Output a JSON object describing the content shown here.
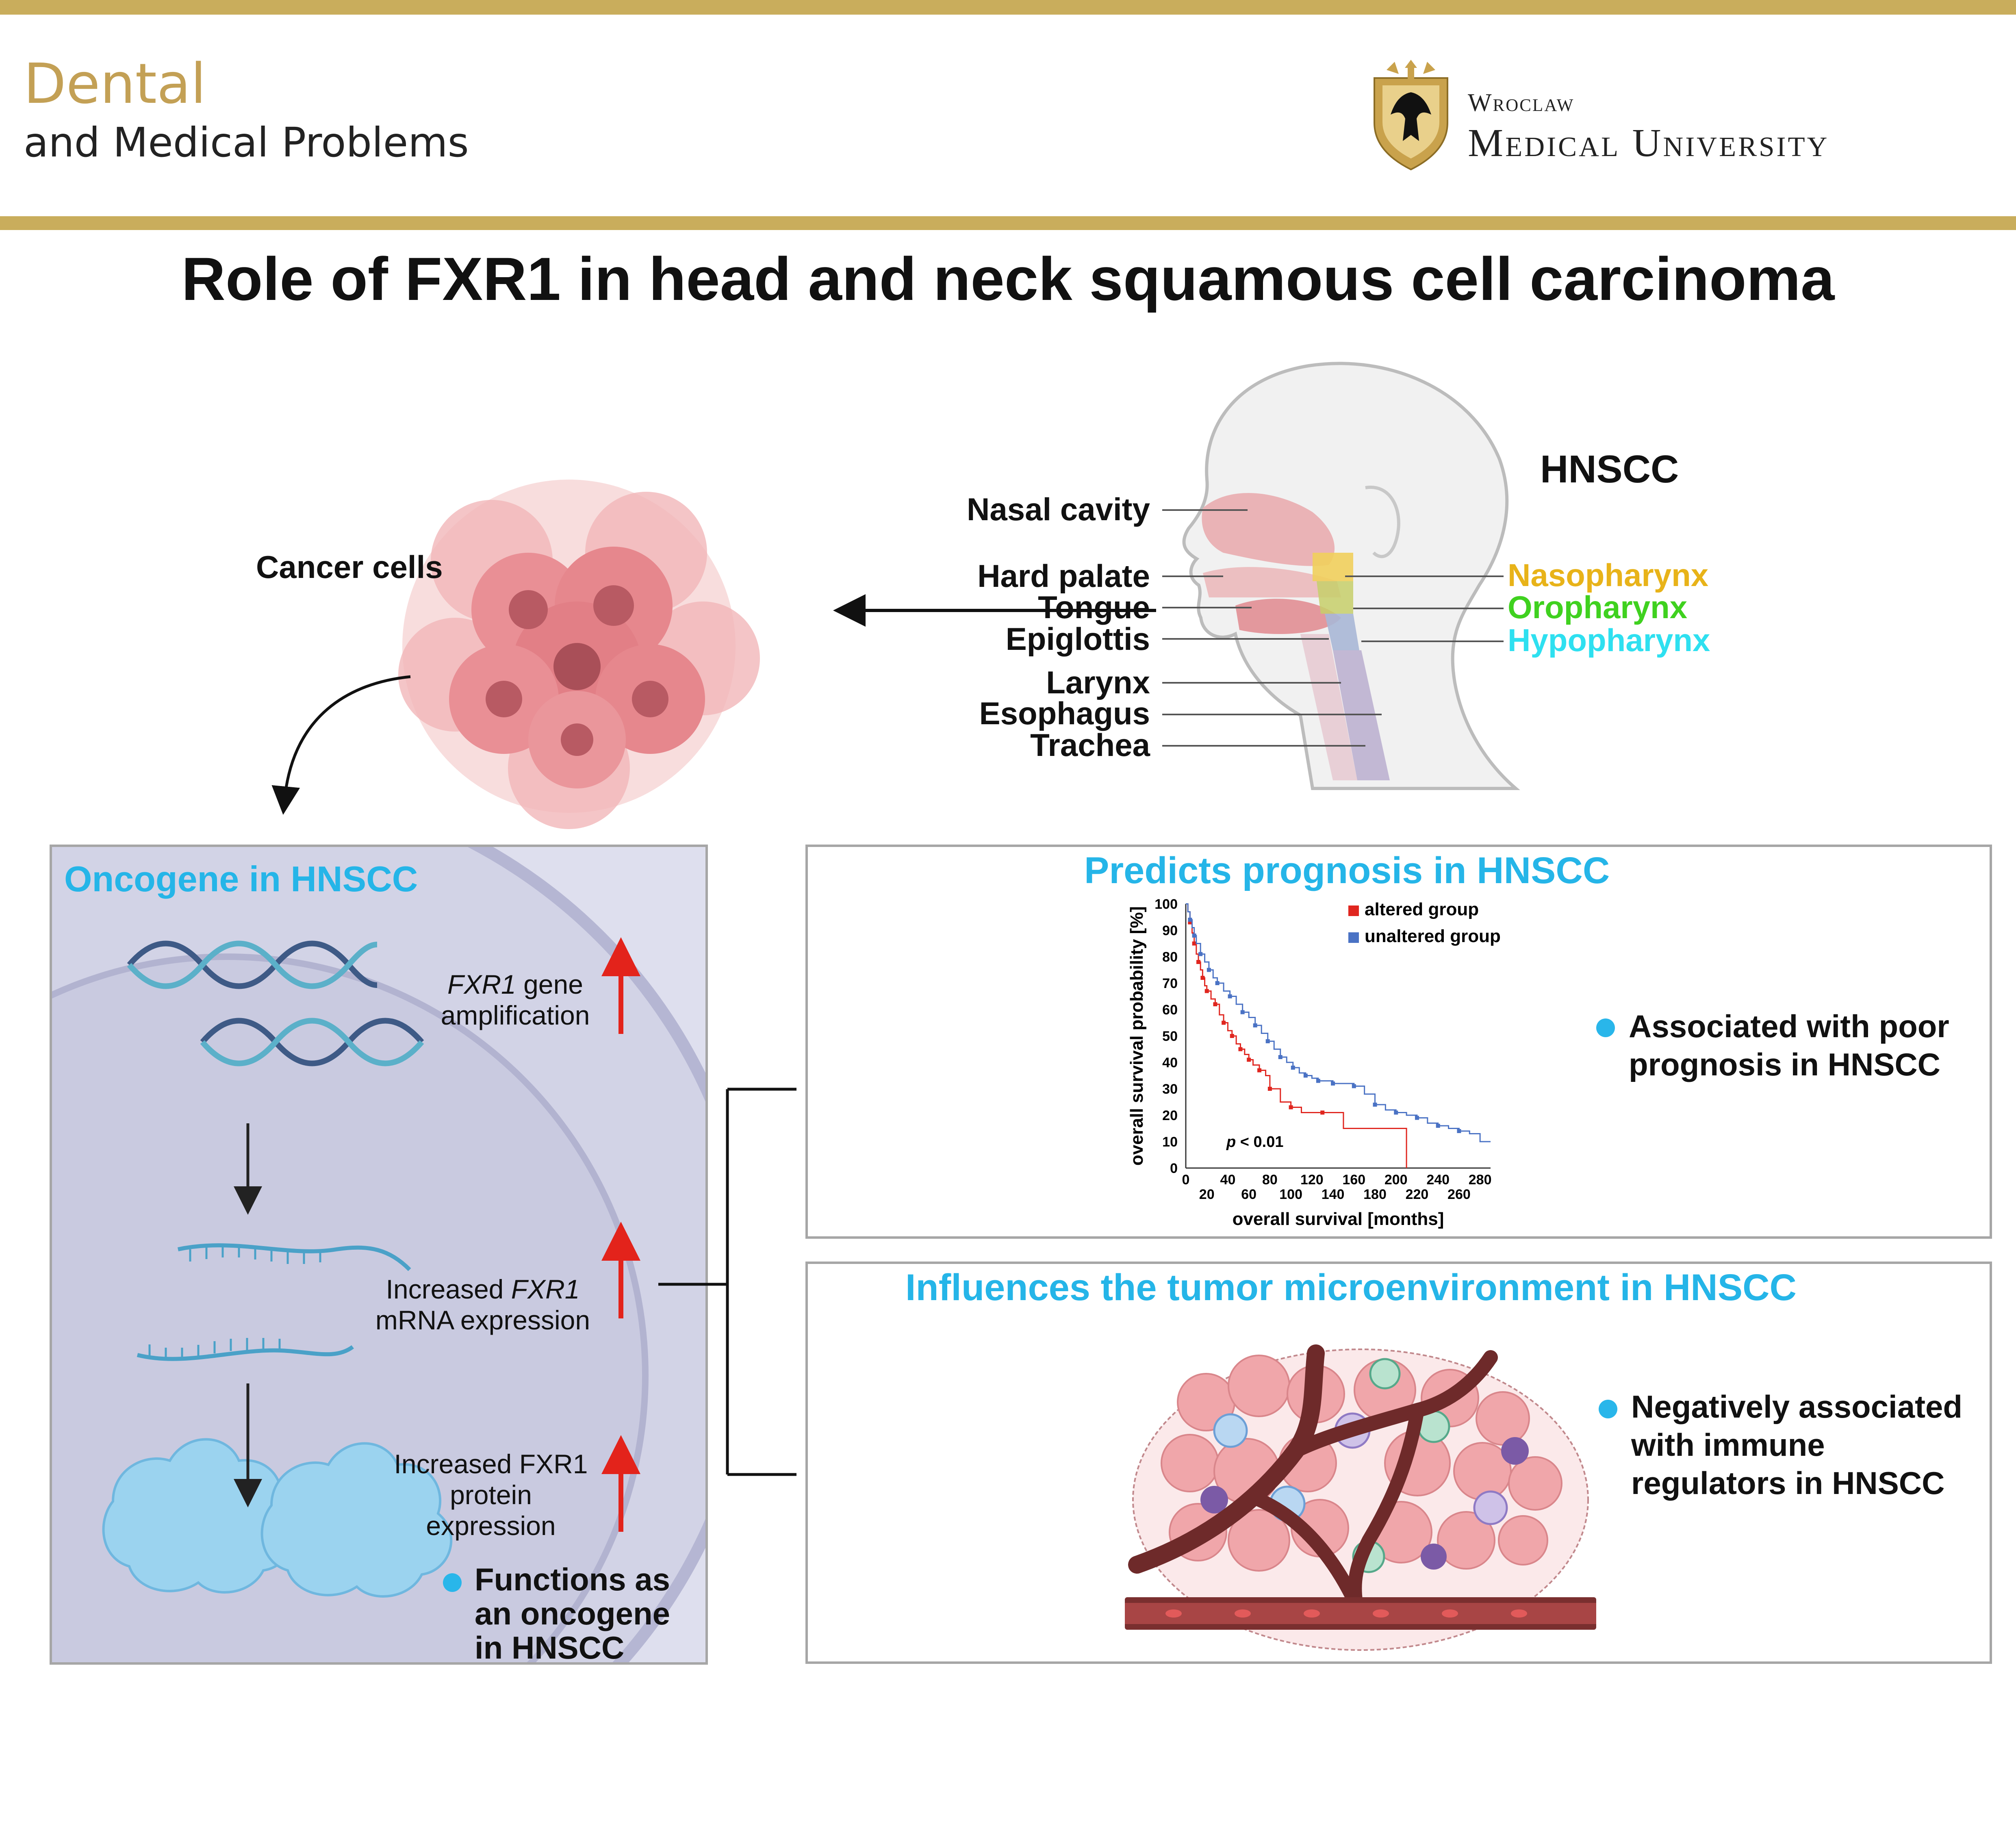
{
  "header": {
    "journal_line1": "Dental",
    "journal_line2": "and Medical Problems",
    "university_top": "Wroclaw",
    "university_bottom": "Medical University"
  },
  "title": "Role of FXR1 in head and neck squamous cell carcinoma",
  "illustration": {
    "cancer_cells_label": "Cancer cells",
    "hnscc_label": "HNSCC",
    "anatomy_labels": [
      "Nasal cavity",
      "Hard palate",
      "Tongue",
      "Epiglottis",
      "Larynx",
      "Esophagus",
      "Trachea"
    ],
    "regions": [
      {
        "label": "Nasopharynx",
        "color": "#e8b319"
      },
      {
        "label": "Oropharynx",
        "color": "#3fd11f"
      },
      {
        "label": "Hypopharynx",
        "color": "#2ee0f0"
      }
    ]
  },
  "oncogene_panel": {
    "title": "Oncogene in HNSCC",
    "step1_italic": "FXR1",
    "step1_rest": " gene",
    "step1_line2": "amplification",
    "step2_line1_prefix": "Increased ",
    "step2_line1_italic": "FXR1",
    "step2_line2": "mRNA expression",
    "step3_line1": "Increased FXR1",
    "step3_line2": "protein",
    "step3_line3": "expression",
    "bullet_line1": "Functions as",
    "bullet_line2": "an oncogene",
    "bullet_line3": "in HNSCC"
  },
  "prognosis_panel": {
    "title": "Predicts prognosis in HNSCC",
    "bullet_line1": "Associated with poor",
    "bullet_line2": "prognosis in HNSCC"
  },
  "tme_panel": {
    "title": "Influences the tumor microenvironment in HNSCC",
    "bullet_line1": "Negatively associated",
    "bullet_line2": "with immune",
    "bullet_line3": "regulators in HNSCC"
  },
  "chart_data": {
    "type": "line",
    "title": "",
    "xlabel": "overall survival [months]",
    "ylabel": "overall survival probability [%]",
    "xlim": [
      0,
      290
    ],
    "ylim": [
      0,
      100
    ],
    "x_ticks_upper": [
      0,
      40,
      80,
      120,
      160,
      200,
      240,
      280
    ],
    "x_ticks_lower": [
      20,
      60,
      100,
      140,
      180,
      220,
      260
    ],
    "y_ticks": [
      0,
      10,
      20,
      30,
      40,
      50,
      60,
      70,
      80,
      90,
      100
    ],
    "annotation_italic": "p",
    "annotation_rest": " < 0.01",
    "series": [
      {
        "name": "altered group",
        "color": "#e0261f",
        "x": [
          0,
          2,
          4,
          6,
          8,
          10,
          12,
          14,
          16,
          18,
          20,
          24,
          28,
          32,
          36,
          40,
          44,
          48,
          52,
          56,
          60,
          64,
          70,
          76,
          80,
          90,
          100,
          110,
          130,
          150,
          210,
          210
        ],
        "y": [
          100,
          97,
          93,
          89,
          85,
          81,
          78,
          75,
          72,
          69,
          67,
          64,
          62,
          58,
          55,
          52,
          50,
          47,
          45,
          43,
          41,
          39,
          37,
          35,
          30,
          25,
          23,
          21,
          21,
          15,
          15,
          0
        ]
      },
      {
        "name": "unaltered group",
        "color": "#4a72c4",
        "x": [
          0,
          2,
          4,
          6,
          8,
          10,
          14,
          18,
          22,
          26,
          30,
          36,
          42,
          48,
          54,
          60,
          66,
          72,
          78,
          84,
          90,
          96,
          102,
          108,
          114,
          120,
          126,
          132,
          140,
          150,
          160,
          170,
          180,
          190,
          200,
          210,
          220,
          230,
          240,
          250,
          260,
          270,
          280,
          290
        ],
        "y": [
          100,
          97,
          94,
          91,
          88,
          85,
          81,
          78,
          75,
          72,
          70,
          67,
          65,
          62,
          59,
          57,
          54,
          51,
          48,
          45,
          42,
          40,
          38,
          36,
          35,
          34,
          33,
          33,
          32,
          32,
          31,
          28,
          24,
          22,
          21,
          20,
          19,
          17,
          16,
          15,
          14,
          13,
          10,
          10
        ]
      }
    ]
  },
  "colors": {
    "accent_gold": "#c9ad5c",
    "panel_title_blue": "#25b5e8",
    "arrow_red": "#e3231b"
  }
}
